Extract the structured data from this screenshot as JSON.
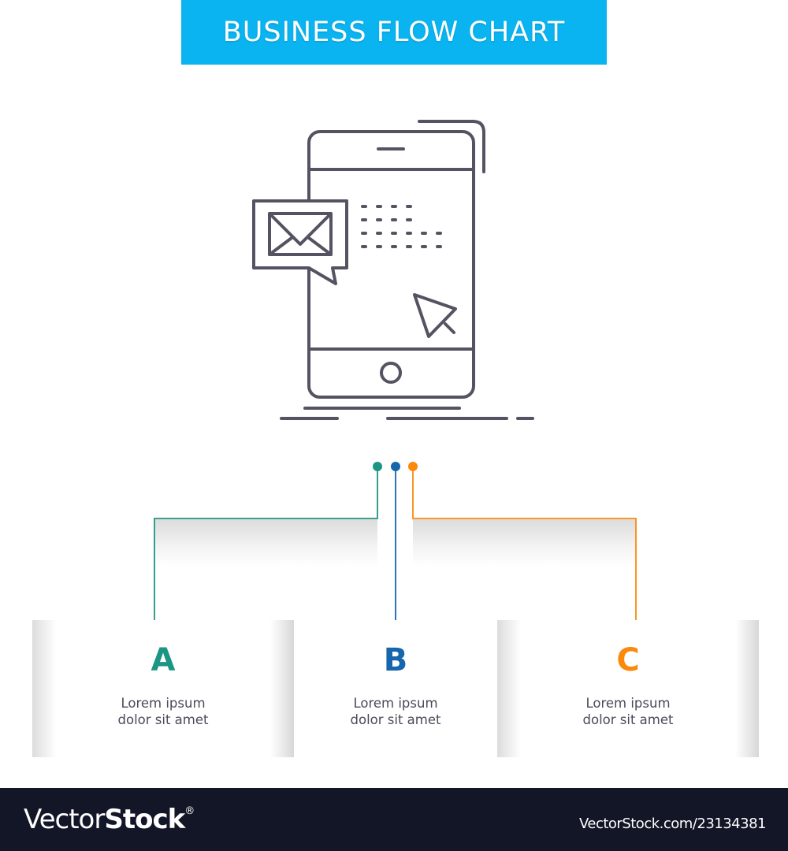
{
  "header": {
    "title": "BUSINESS FLOW CHART",
    "banner_color": "#0ab4f0"
  },
  "central_icon": {
    "name": "mobile-message-click",
    "stroke_color": "#555362"
  },
  "colors": {
    "a": "#1c9584",
    "b": "#1665ad",
    "c": "#fb8a0c",
    "text": "#4a4a5a"
  },
  "steps": [
    {
      "letter": "A",
      "line1": "Lorem ipsum",
      "line2": "dolor sit amet",
      "color": "#1c9584"
    },
    {
      "letter": "B",
      "line1": "Lorem ipsum",
      "line2": "dolor sit amet",
      "color": "#1665ad"
    },
    {
      "letter": "C",
      "line1": "Lorem ipsum",
      "line2": "dolor sit amet",
      "color": "#fb8a0c"
    }
  ],
  "footer": {
    "brand_light": "Vector",
    "brand_bold": "Stock",
    "brand_mark": "®",
    "url": "VectorStock.com/23134381"
  }
}
